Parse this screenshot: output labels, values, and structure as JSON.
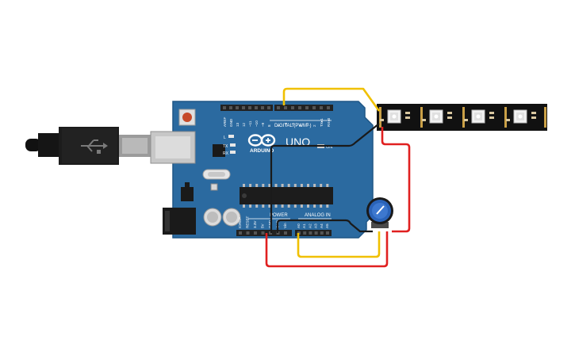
{
  "board": {
    "brand": "ARDUINO",
    "model": "UNO",
    "digital_label": "DIGITAL (PWM~)",
    "power_label": "POWER",
    "analog_label": "ANALOG IN",
    "on_label": "ON",
    "l_label": "L",
    "tx_label": "TX",
    "rx_label": "RX",
    "digital_pins": [
      "AREF",
      "GND",
      "13",
      "12",
      "~11",
      "~10",
      "~9",
      "8",
      "7",
      "~6",
      "~5",
      "4",
      "~3",
      "2",
      "TX▸1",
      "RX◂0"
    ],
    "power_pins": [
      "IOREF",
      "RESET",
      "3.3V",
      "5V",
      "GND",
      "GND",
      "Vin"
    ],
    "analog_pins": [
      "A0",
      "A1",
      "A2",
      "A3",
      "A4",
      "A5"
    ]
  },
  "colors": {
    "board": "#2b6aa0",
    "wire_yellow": "#f0c000",
    "wire_red": "#e02020",
    "wire_black": "#1a1a1a",
    "strip": "#111111",
    "pot_knob": "#2a63b8"
  },
  "icons": [
    "usb-cable-icon",
    "reset-button-icon",
    "potentiometer-icon",
    "led-pixel-icon"
  ]
}
